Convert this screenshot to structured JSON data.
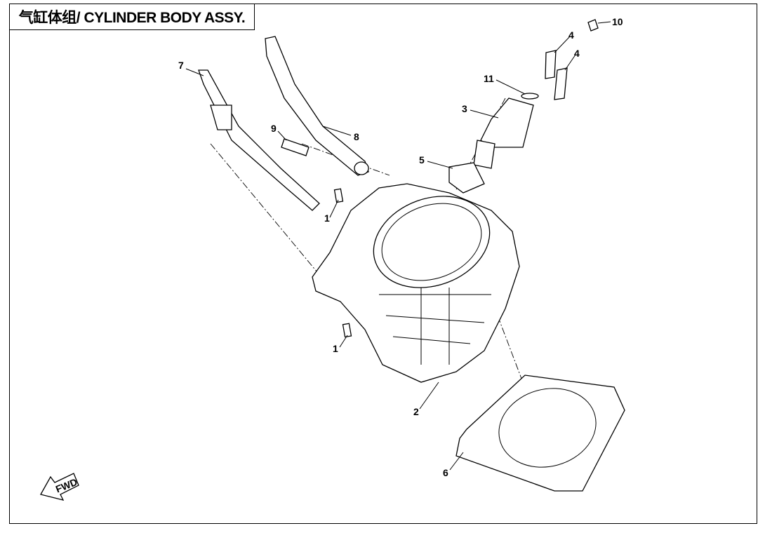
{
  "title": "气缸体组/ CYLINDER BODY ASSY.",
  "fwd_label": "FWD",
  "callouts": [
    {
      "id": "10",
      "label": "10"
    },
    {
      "id": "4a",
      "label": "4"
    },
    {
      "id": "4b",
      "label": "4"
    },
    {
      "id": "11",
      "label": "11"
    },
    {
      "id": "3",
      "label": "3"
    },
    {
      "id": "7",
      "label": "7"
    },
    {
      "id": "9",
      "label": "9"
    },
    {
      "id": "8",
      "label": "8"
    },
    {
      "id": "5",
      "label": "5"
    },
    {
      "id": "1a",
      "label": "1"
    },
    {
      "id": "1b",
      "label": "1"
    },
    {
      "id": "2",
      "label": "2"
    },
    {
      "id": "6",
      "label": "6"
    }
  ]
}
